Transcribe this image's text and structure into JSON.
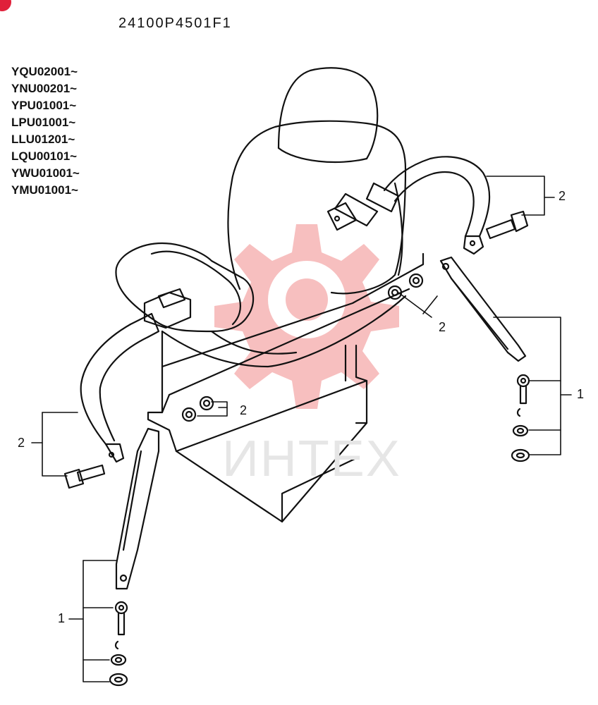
{
  "header": {
    "part_number": "24100P4501F1"
  },
  "serial_ranges": [
    "YQU02001~",
    "YNU00201~",
    "YPU01001~",
    "LPU01001~",
    "LLU01201~",
    "LQU00101~",
    "YWU01001~",
    "YMU01001~"
  ],
  "callouts": {
    "right_belt": "2",
    "right_nut": "2",
    "left_nut": "2",
    "left_belt": "2",
    "right_hardware": "1",
    "left_hardware": "1"
  },
  "watermark": {
    "text": "ИНТЕХ",
    "color": "#f4a0a0"
  },
  "colors": {
    "line": "#111111",
    "badge": "#e0203a",
    "watermark_gear": "#f6b4b4"
  }
}
